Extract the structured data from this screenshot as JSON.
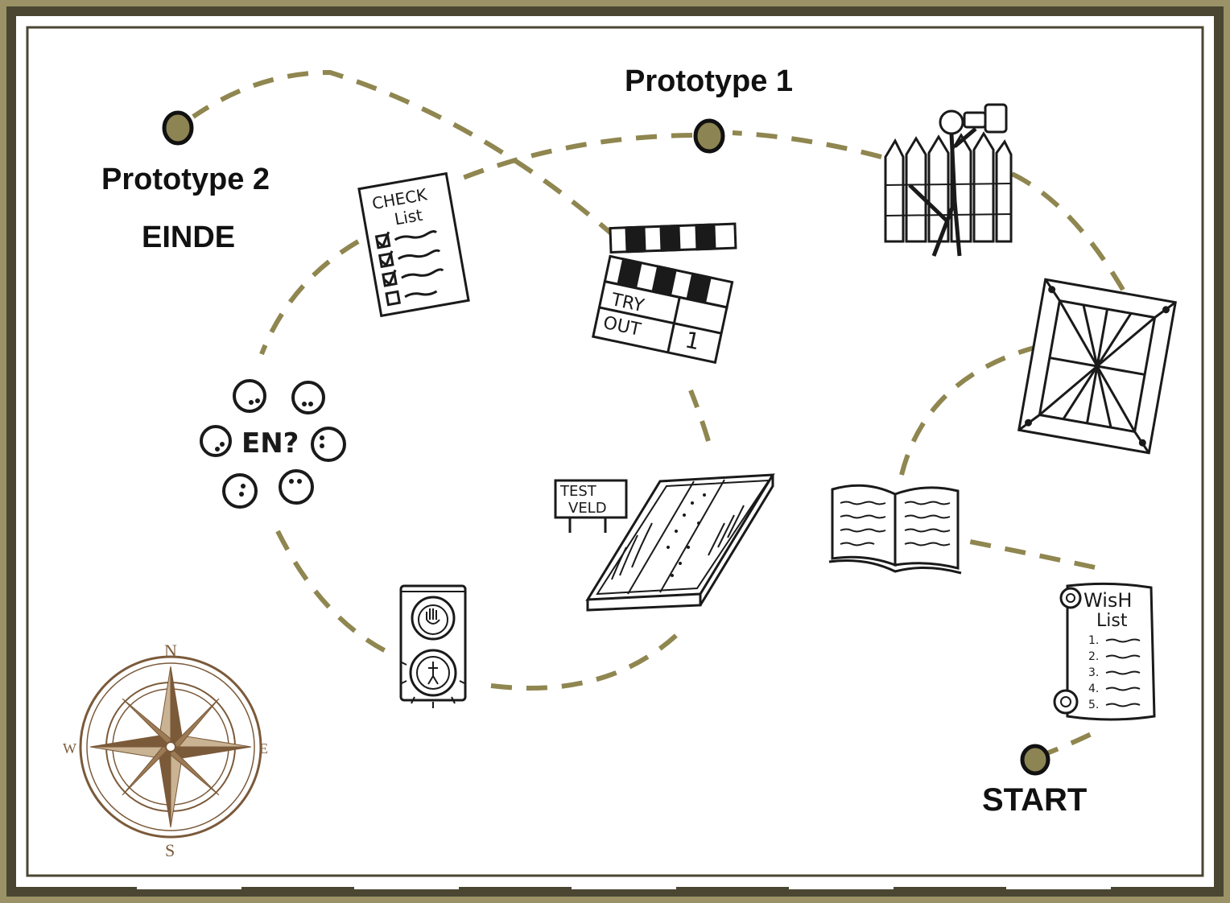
{
  "labels": {
    "prototype1": "Prototype 1",
    "prototype2": "Prototype 2",
    "einde": "EINDE",
    "start": "START"
  },
  "sketches": {
    "checklist": {
      "line1": "CHECK",
      "line2": "List"
    },
    "clapper": {
      "line1": "TRY",
      "line2": "OUT",
      "number": "1"
    },
    "testfield": {
      "line1": "TEST",
      "line2": "VELD"
    },
    "question": {
      "text": "EN?"
    },
    "wishlist": {
      "line1": "WisH",
      "line2": "List",
      "items": [
        "1.",
        "2.",
        "3.",
        "4.",
        "5."
      ]
    }
  },
  "compass": {
    "north": "N",
    "south": "S",
    "east": "E",
    "west": "W"
  },
  "colors": {
    "path": "#8f8650",
    "milestone": "#8c8453",
    "border_dark": "#4a4632",
    "border_light": "#9b9268",
    "compass": "#7b5a3a",
    "ink": "#1a1a1a"
  }
}
